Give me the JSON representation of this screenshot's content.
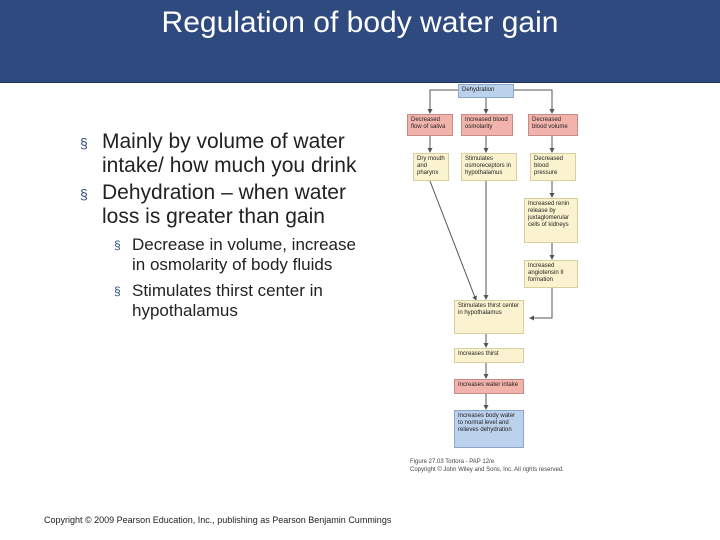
{
  "title": "Regulation of body water gain",
  "bullets": [
    {
      "level": 1,
      "text": "Mainly by volume of water intake/ how much you drink"
    },
    {
      "level": 1,
      "text": "Dehydration – when water loss is greater than gain"
    },
    {
      "level": 2,
      "text": "Decrease in volume, increase in osmolarity of body fluids"
    },
    {
      "level": 2,
      "text": "Stimulates thirst center in hypothalamus"
    }
  ],
  "bullet_marker": "§",
  "footer": "Copyright © 2009 Pearson Education, Inc., publishing as Pearson Benjamin Cummings",
  "diagram": {
    "top": "Dehydration",
    "row1": [
      "Decreased flow of saliva",
      "Increased blood osmolarity",
      "Decreased blood volume"
    ],
    "row2": [
      "Dry mouth and pharynx",
      "Stimulates osmoreceptors in hypothalamus",
      "Decreased blood pressure"
    ],
    "renin": "Increased renin release by juxtaglomerular cells of kidneys",
    "angiotensin": "Increased angiotensin II formation",
    "thirst_center": "Stimulates thirst center in hypothalamus",
    "thirst": "Increases thirst",
    "intake": "Increases water intake",
    "result": "Increases body water to normal level and relieves dehydration",
    "caption1": "Figure 27.03  Tortora - PAP 12/e",
    "caption2": "Copyright © John Wiley and Sons, Inc. All rights reserved."
  },
  "colors": {
    "header": "#2e4a7e",
    "red_box": "#f2b3ac",
    "yellow_box": "#fbf3cf",
    "blue_box": "#bcd2ec"
  }
}
